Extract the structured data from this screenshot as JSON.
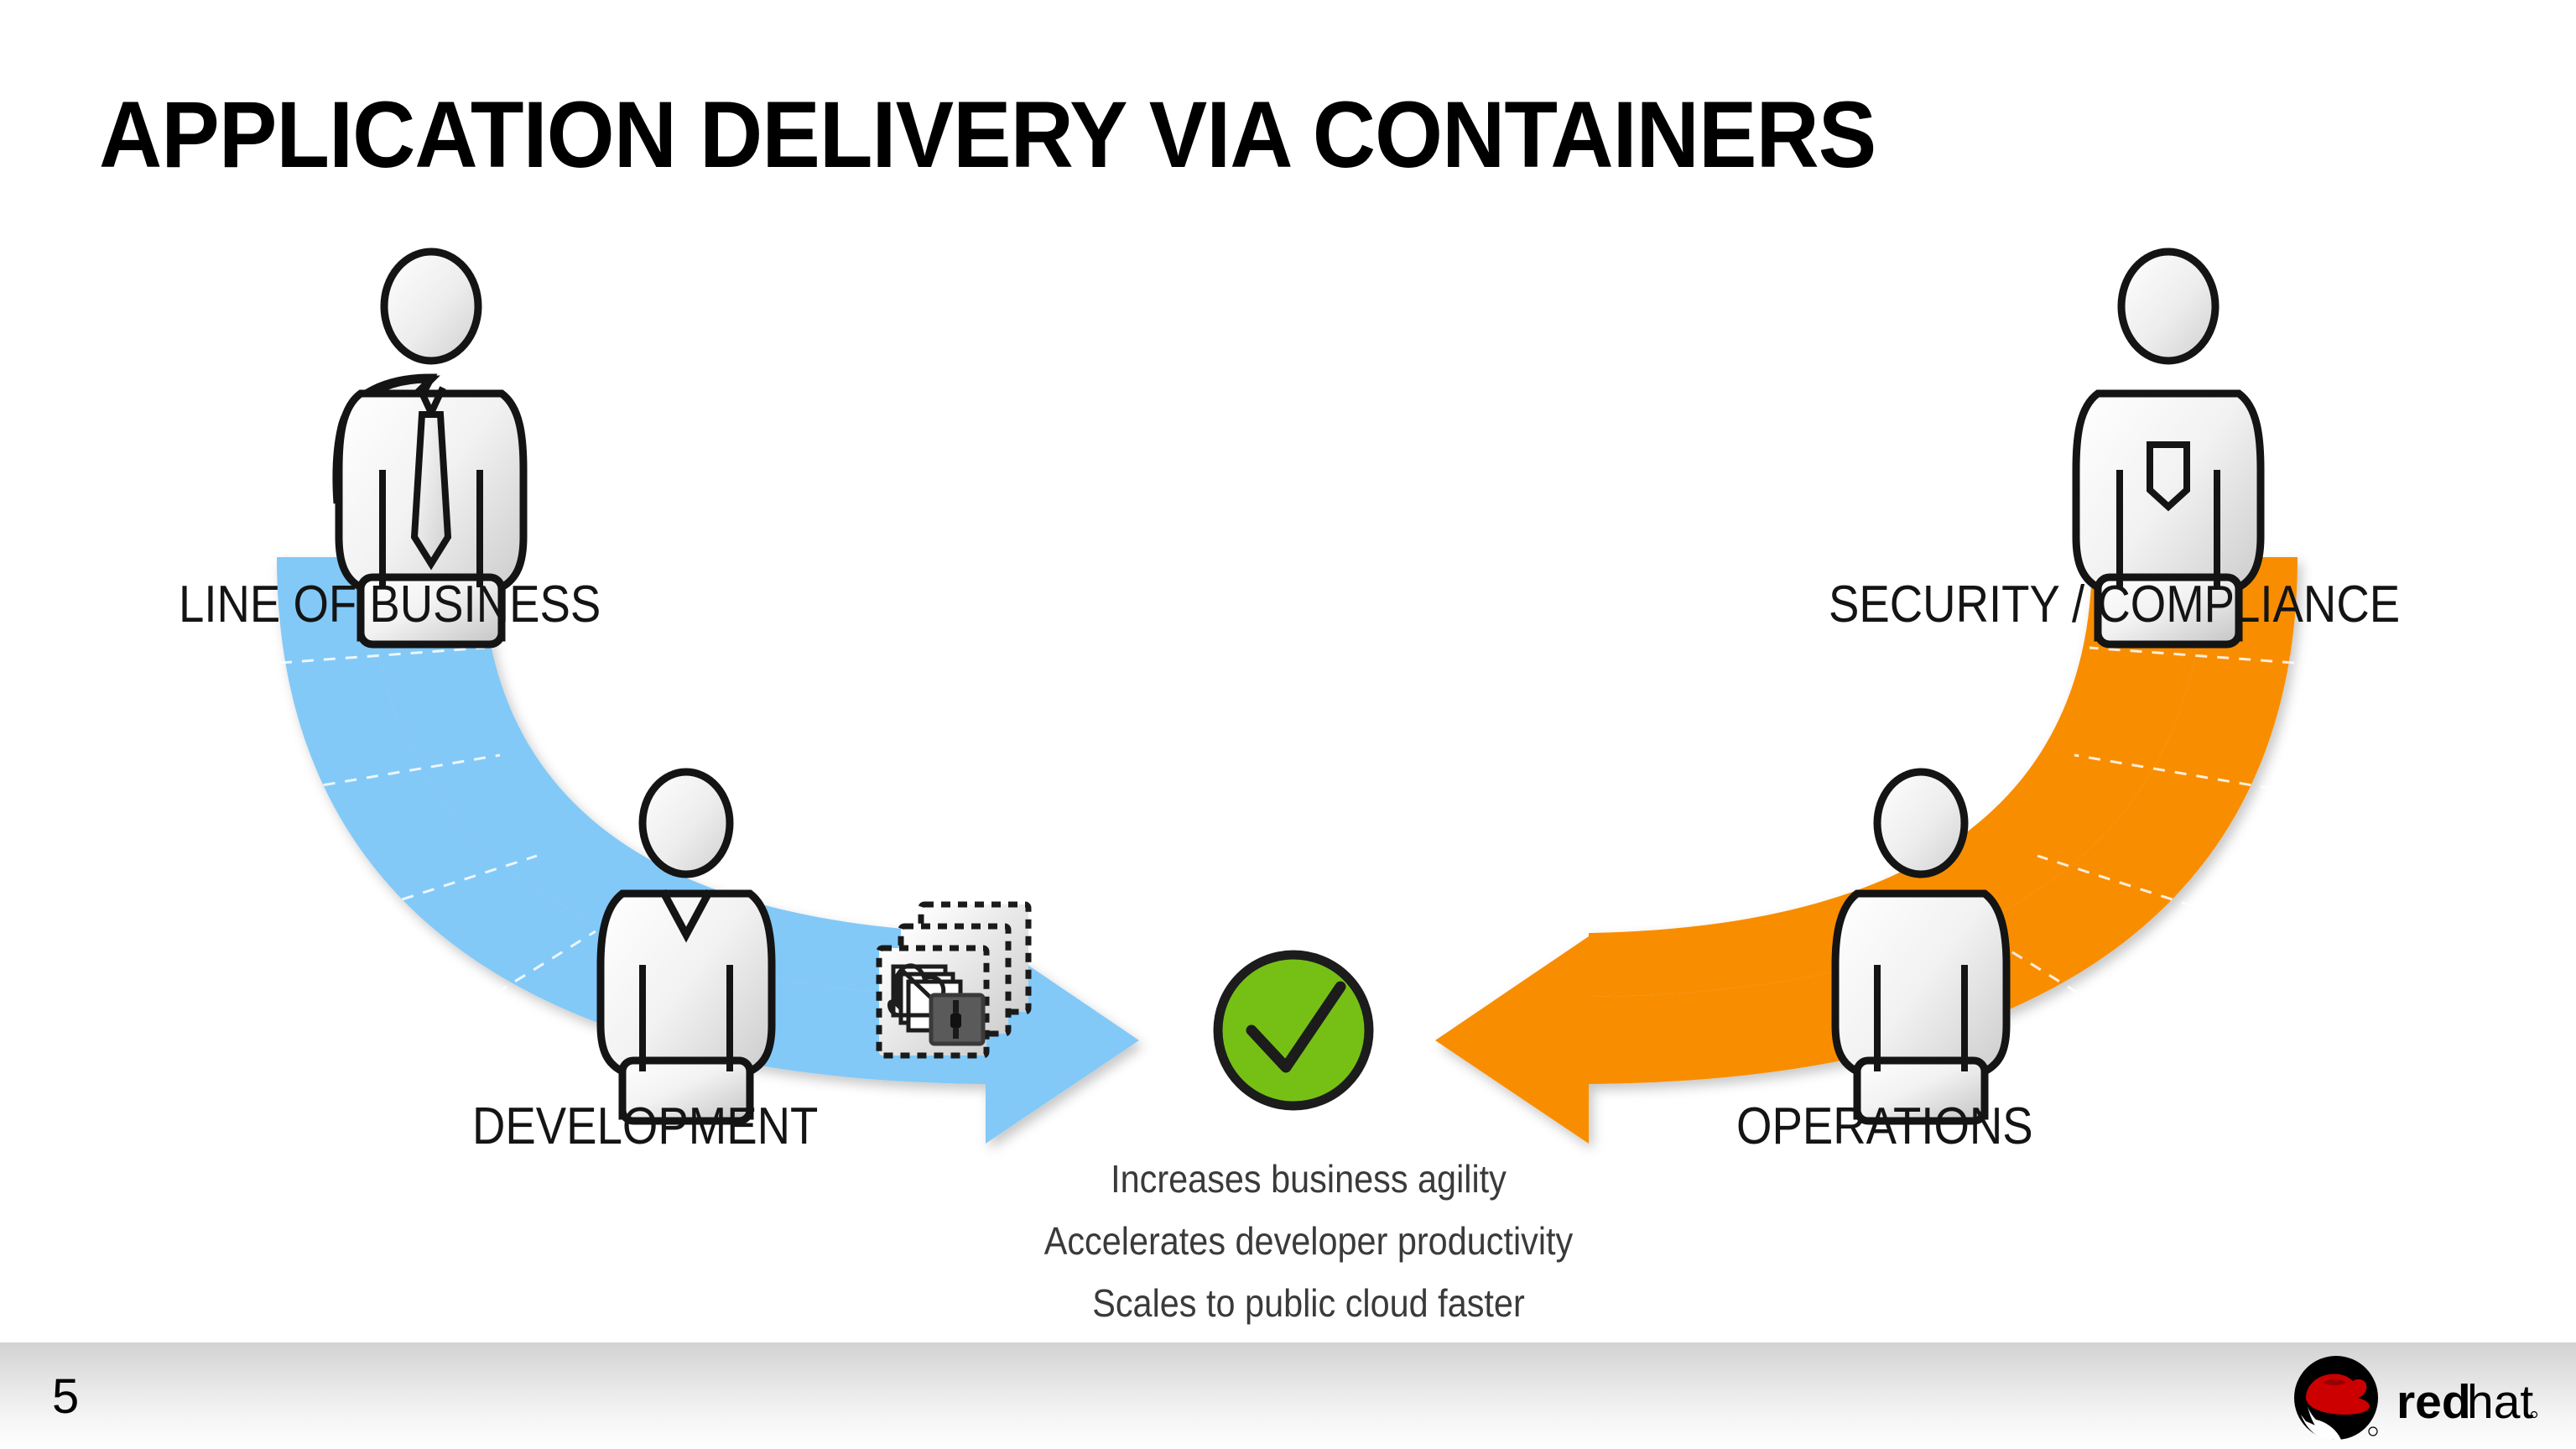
{
  "slide": {
    "title": "APPLICATION DELIVERY VIA CONTAINERS",
    "page_number": "5"
  },
  "diagram": {
    "type": "process-flow",
    "description": "Two curved arrows converge from opposite sides onto a green check mark",
    "roles": [
      {
        "id": "line-of-business",
        "label": "LINE OF BUSINESS",
        "position": "top-left",
        "figure": "person-with-tie"
      },
      {
        "id": "development",
        "label": "DEVELOPMENT",
        "position": "bottom-left",
        "figure": "person-v-neck"
      },
      {
        "id": "security-compliance",
        "label": "SECURITY / COMPLIANCE",
        "position": "top-right",
        "figure": "person-with-badge"
      },
      {
        "id": "operations",
        "label": "OPERATIONS",
        "position": "bottom-right",
        "figure": "person-plain"
      }
    ],
    "arrows": [
      {
        "id": "left-arrow",
        "color": "#82c9f7",
        "direction": "right",
        "from": "line-of-business",
        "to": "outcome"
      },
      {
        "id": "right-arrow",
        "color": "#f98d06",
        "direction": "left",
        "from": "security-compliance",
        "to": "outcome"
      }
    ],
    "container_stack": {
      "id": "container-stack",
      "layers": 3,
      "border_style": "dashed"
    },
    "outcome": {
      "id": "success-check",
      "circle_color": "#76c015",
      "check_color": "#1c1c1c"
    },
    "benefits": [
      "Increases business agility",
      "Accelerates developer productivity",
      "Scales to public cloud faster"
    ]
  },
  "brand": {
    "name_bold": "red",
    "name_light": "hat",
    "mark": "shadowman-logo",
    "red": "#cc0000",
    "black": "#000000"
  },
  "colors": {
    "blue": "#82c9f7",
    "orange": "#f98d06",
    "green": "#76c015",
    "figure_fill_light": "#fbfbfb",
    "figure_fill_dark": "#c8c8c8",
    "outline": "#111111"
  }
}
